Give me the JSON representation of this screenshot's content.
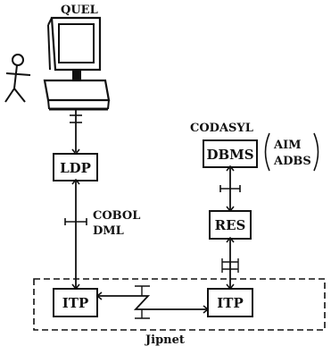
{
  "labels": {
    "quel": "QUEL",
    "codasyl": "CODASYL",
    "aim": "AIM",
    "adbs": "ADBS",
    "cobol": "COBOL",
    "dml": "DML",
    "jipnet": "Jipnet"
  },
  "boxes": {
    "ldp": "LDP",
    "dbms": "DBMS",
    "res": "RES",
    "itp_left": "ITP",
    "itp_right": "ITP"
  },
  "icons": {
    "terminal": "computer-terminal-icon",
    "user": "stick-figure-user-icon"
  },
  "colors": {
    "ink": "#111111",
    "background": "#ffffff"
  }
}
